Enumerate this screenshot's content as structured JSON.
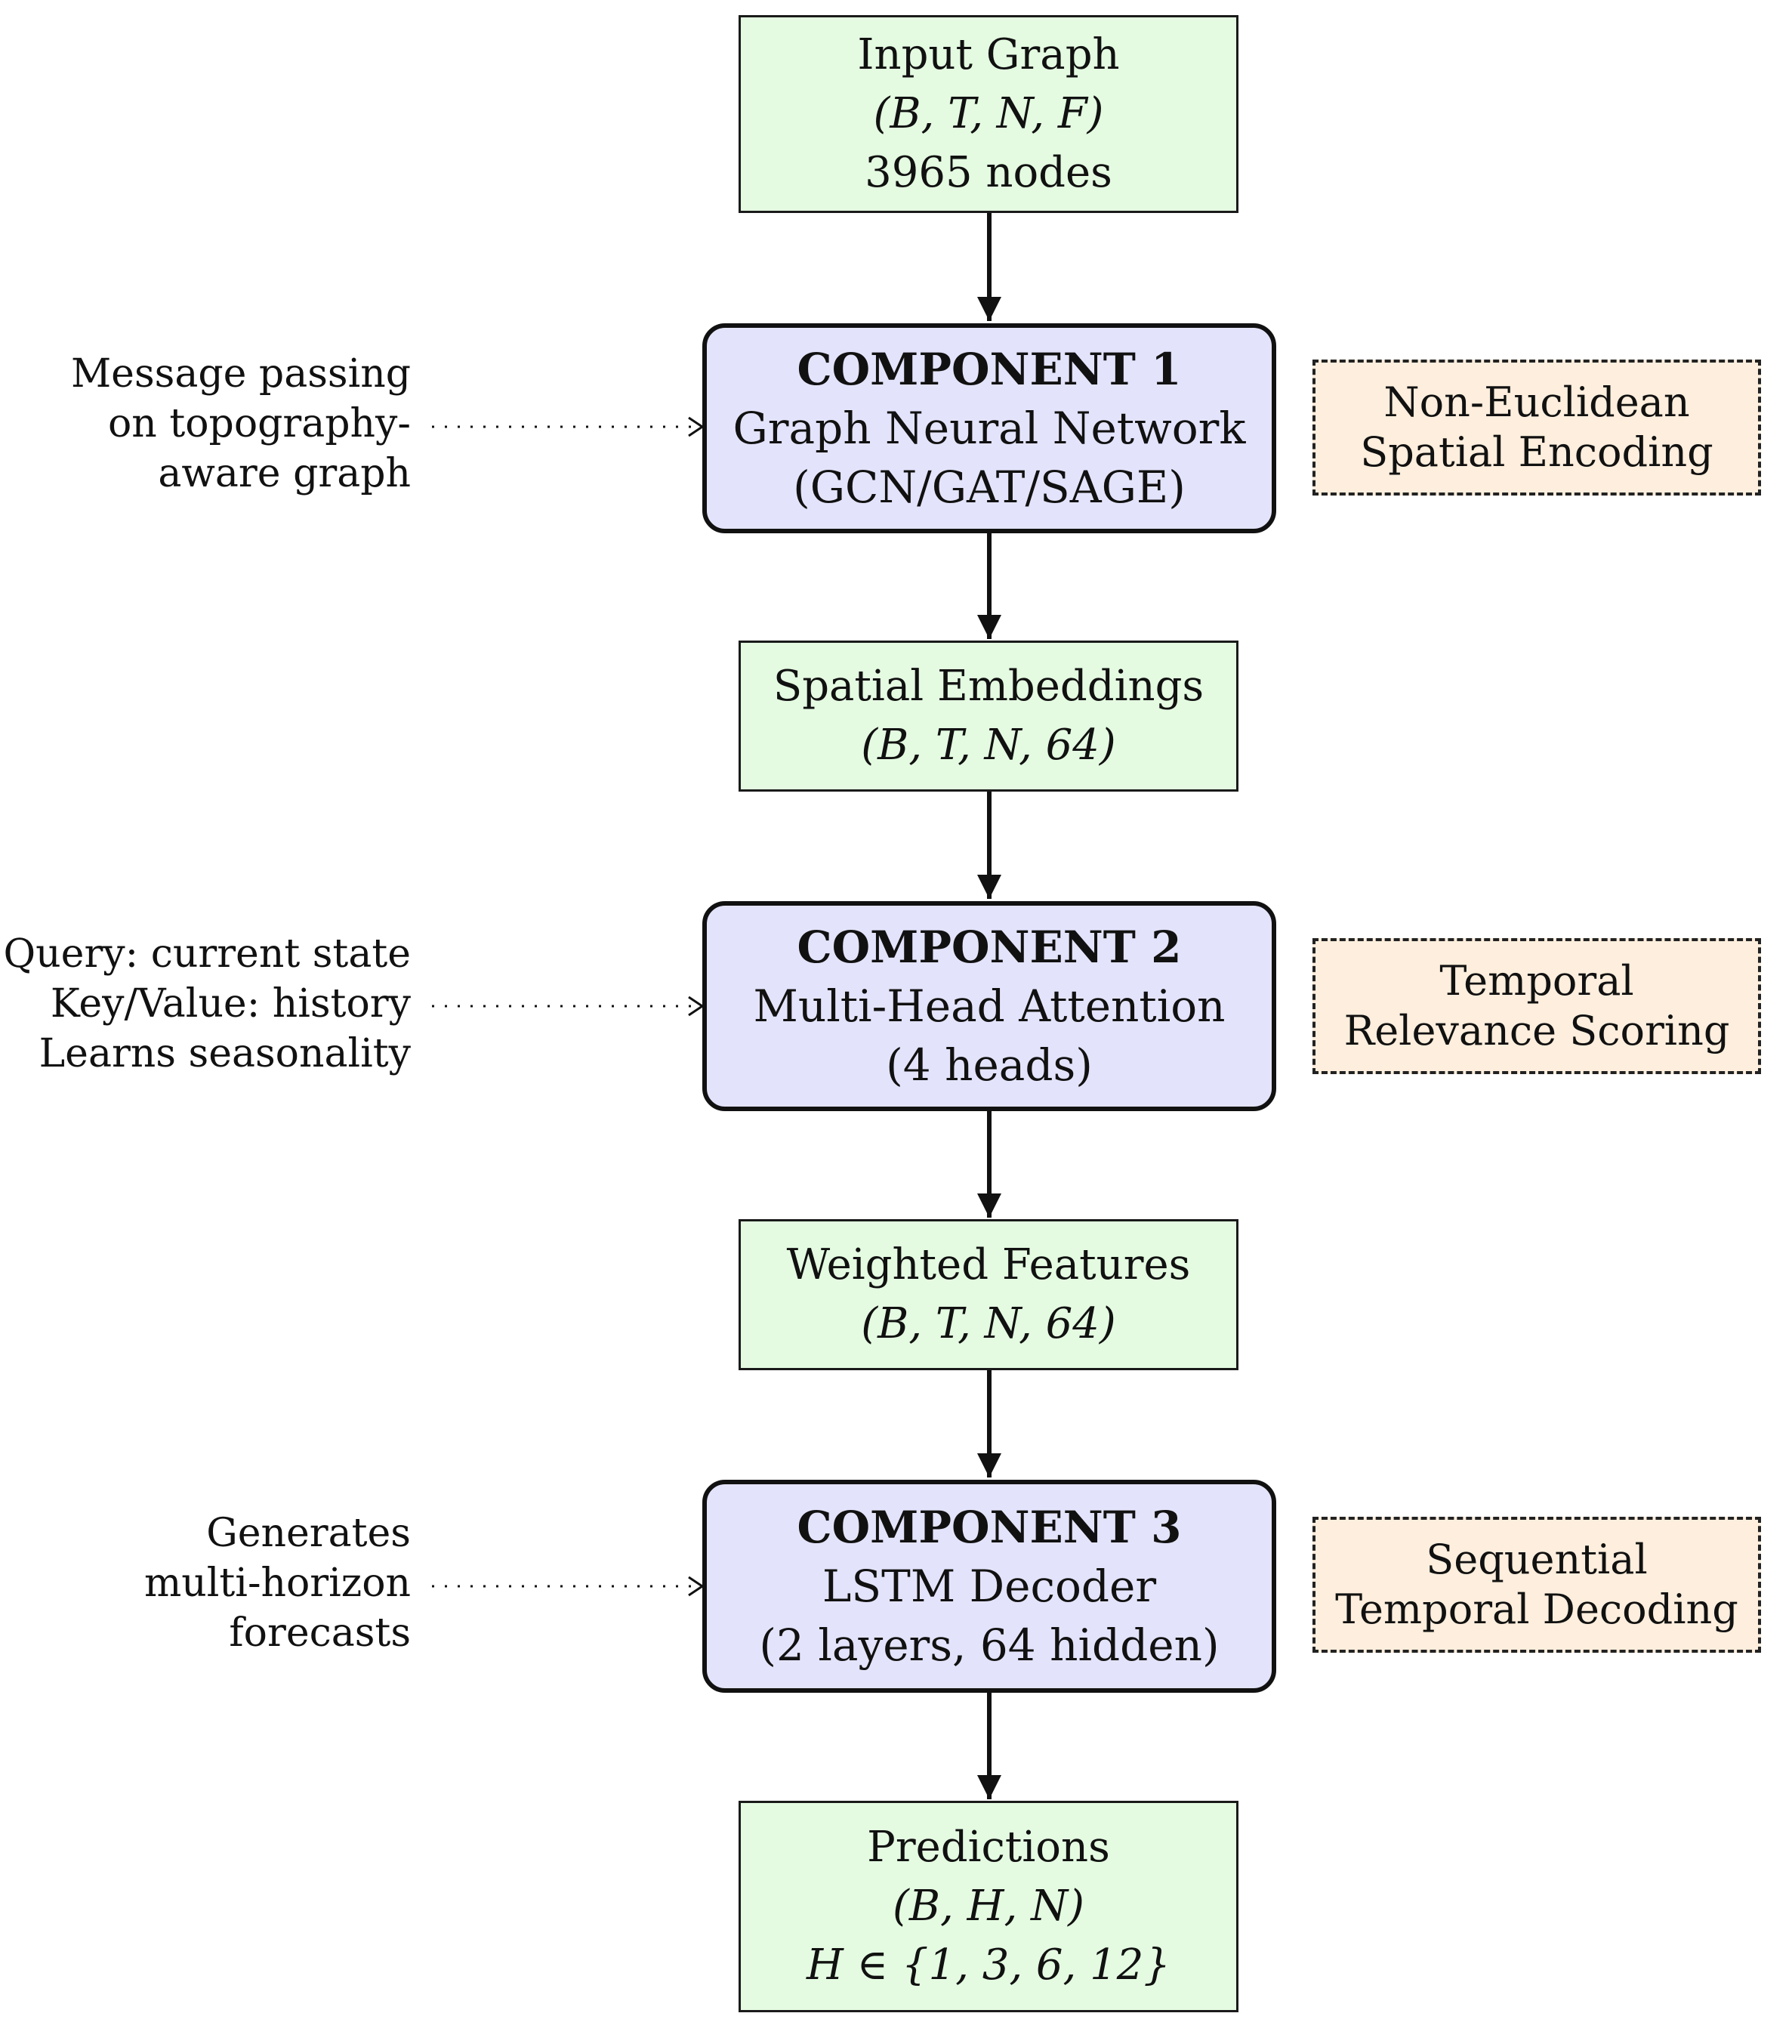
{
  "input": {
    "title": "Input Graph",
    "shape": "(B, T, N, F)",
    "count": "3965 nodes"
  },
  "component1": {
    "title": "COMPONENT 1",
    "name": "Graph Neural Network",
    "detail": "(GCN/GAT/SAGE)",
    "note": [
      "Non-Euclidean",
      "Spatial Encoding"
    ],
    "side": [
      "Message passing",
      "on topography-",
      "aware graph"
    ]
  },
  "spatial": {
    "title": "Spatial Embeddings",
    "shape": "(B, T, N, 64)"
  },
  "component2": {
    "title": "COMPONENT 2",
    "name": "Multi-Head Attention",
    "detail": "(4 heads)",
    "note": [
      "Temporal",
      "Relevance Scoring"
    ],
    "side": [
      "Query: current state",
      "Key/Value: history",
      "Learns seasonality"
    ]
  },
  "weighted": {
    "title": "Weighted Features",
    "shape": "(B, T, N, 64)"
  },
  "component3": {
    "title": "COMPONENT 3",
    "name": "LSTM Decoder",
    "detail": "(2 layers, 64 hidden)",
    "note": [
      "Sequential",
      "Temporal Decoding"
    ],
    "side": [
      "Generates",
      "multi-horizon",
      "forecasts"
    ]
  },
  "predictions": {
    "title": "Predictions",
    "shape": "(B, H, N)",
    "horizon": "H ∈ {1, 3, 6, 12}"
  }
}
